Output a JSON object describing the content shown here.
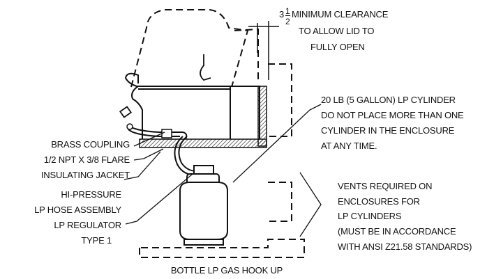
{
  "clearance": {
    "whole": "3",
    "frac_num": "1",
    "frac_den": "2",
    "line1": "MINIMUM CLEARANCE",
    "line2": "TO ALLOW LID TO",
    "line3": "FULLY OPEN"
  },
  "cylinder_note": {
    "line1": "20 LB (5 GALLON) LP CYLINDER",
    "line2": "DO NOT PLACE MORE THAN ONE",
    "line3": "CYLINDER IN THE ENCLOSURE",
    "line4": "AT ANY TIME."
  },
  "left_labels": {
    "coupling1": "BRASS COUPLING",
    "coupling2": "1/2 NPT X 3/8 FLARE",
    "jacket": "INSULATING JACKET",
    "hose1": "HI-PRESSURE",
    "hose2": "LP HOSE ASSEMBLY",
    "reg1": "LP REGULATOR",
    "reg2": "TYPE 1"
  },
  "vents_note": {
    "line1": "VENTS REQUIRED ON",
    "line2": "ENCLOSURES FOR",
    "line3": "LP CYLINDERS",
    "line4": "(MUST BE IN ACCORDANCE",
    "line5": "WITH ANSI Z21.58 STANDARDS)"
  },
  "caption": "BOTTLE LP GAS HOOK UP"
}
